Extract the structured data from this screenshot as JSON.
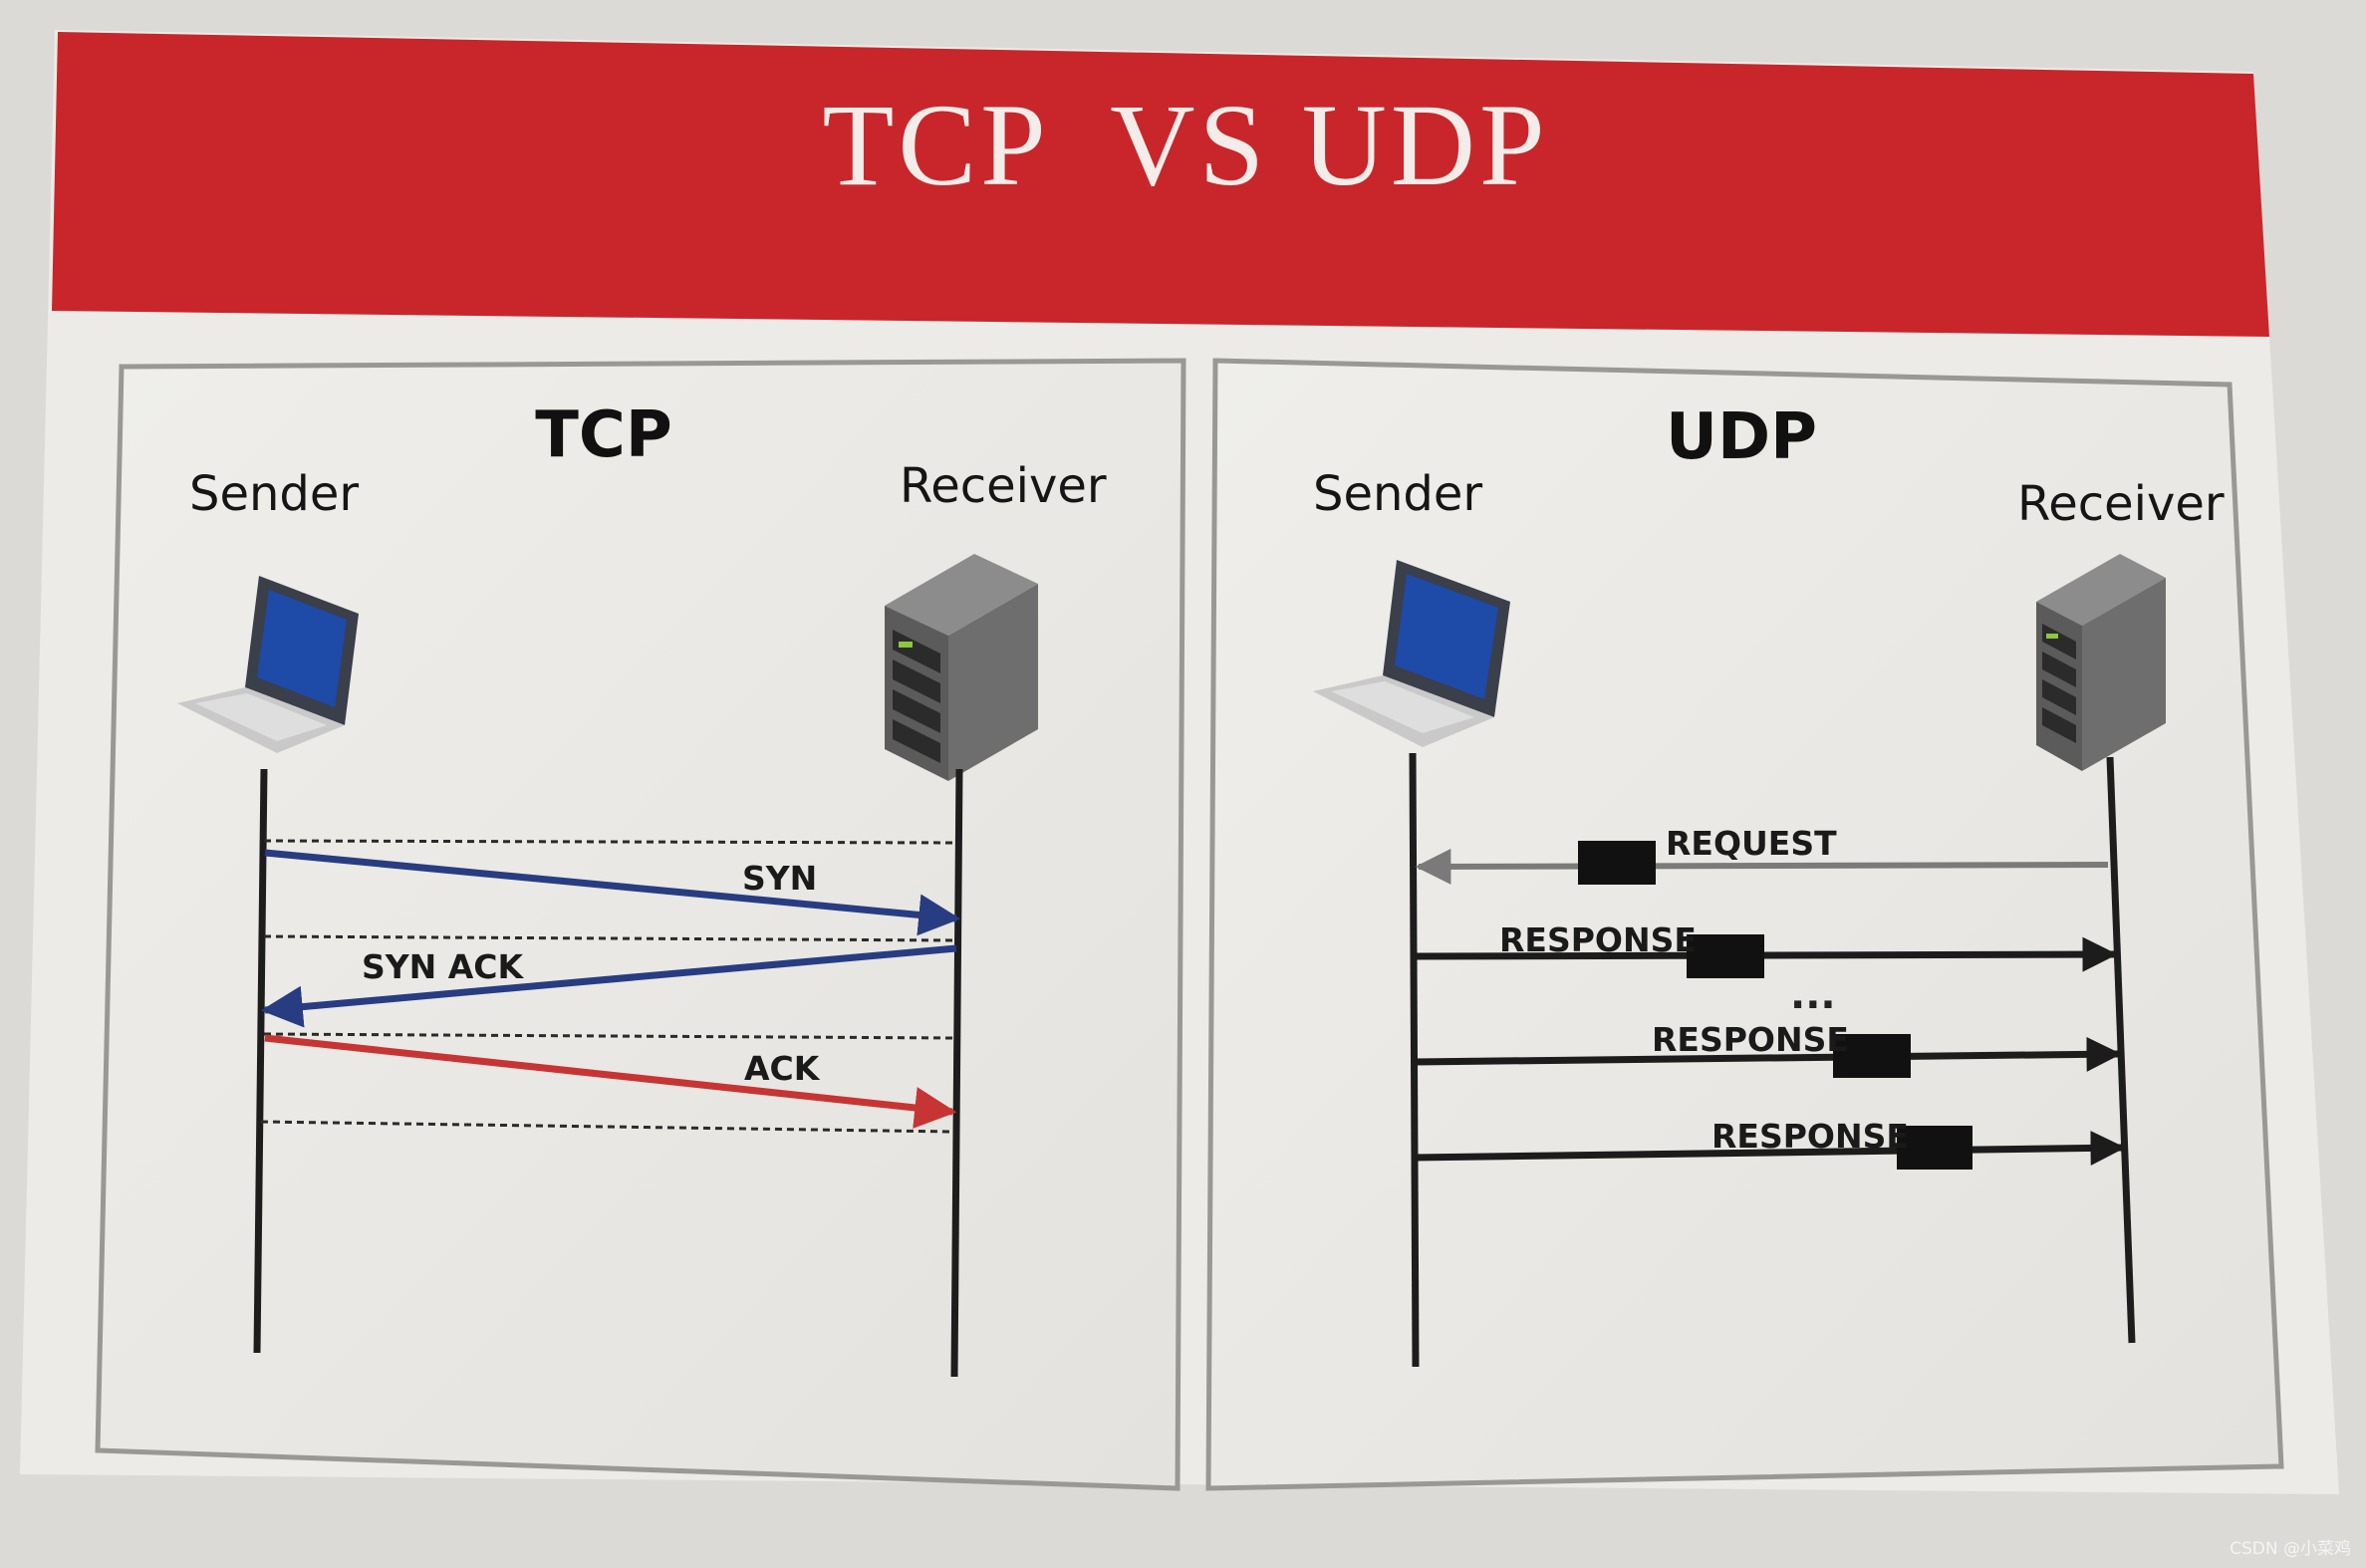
{
  "title": "TCP  VS UDP",
  "colors": {
    "banner": "#c8262b",
    "panel_bg": "#ebeae6",
    "syn": "#283c82",
    "syn_ack": "#283c82",
    "ack": "#c73434",
    "udp_arrow": "#1c1c1c",
    "request_arrow": "#7a7a7a"
  },
  "tcp": {
    "title": "TCP",
    "sender_label": "Sender",
    "receiver_label": "Receiver",
    "sender_icon": "laptop-icon",
    "receiver_icon": "server-icon",
    "messages": [
      {
        "label": "SYN",
        "direction": "sender-to-receiver",
        "color": "#283c82"
      },
      {
        "label": "SYN ACK",
        "direction": "receiver-to-sender",
        "color": "#283c82"
      },
      {
        "label": "ACK",
        "direction": "sender-to-receiver",
        "color": "#c73434"
      }
    ]
  },
  "udp": {
    "title": "UDP",
    "sender_label": "Sender",
    "receiver_label": "Receiver",
    "sender_icon": "laptop-icon",
    "receiver_icon": "server-icon",
    "messages": [
      {
        "label": "REQUEST",
        "direction": "receiver-to-sender"
      },
      {
        "label": "RESPONSE",
        "direction": "sender-to-receiver"
      },
      {
        "label": "RESPONSE",
        "direction": "sender-to-receiver"
      },
      {
        "label": "RESPONSE",
        "direction": "sender-to-receiver"
      }
    ],
    "ellipsis": "..."
  },
  "watermark": "CSDN @小菜鸡"
}
